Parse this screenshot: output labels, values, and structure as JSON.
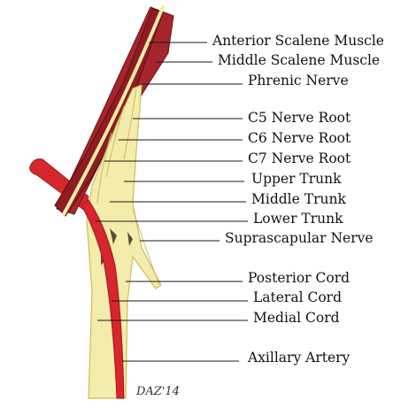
{
  "diagram": {
    "labels": [
      {
        "id": "anterior-scalene",
        "text": "Anterior Scalene Muscle"
      },
      {
        "id": "middle-scalene",
        "text": "Middle Scalene Muscle"
      },
      {
        "id": "phrenic-nerve",
        "text": "Phrenic Nerve"
      },
      {
        "id": "c5-root",
        "text": "C5 Nerve Root"
      },
      {
        "id": "c6-root",
        "text": "C6 Nerve Root"
      },
      {
        "id": "c7-root",
        "text": "C7 Nerve Root"
      },
      {
        "id": "upper-trunk",
        "text": "Upper Trunk"
      },
      {
        "id": "middle-trunk",
        "text": "Middle Trunk"
      },
      {
        "id": "lower-trunk",
        "text": "Lower Trunk"
      },
      {
        "id": "suprascapular-nerve",
        "text": "Suprascapular Nerve"
      },
      {
        "id": "posterior-cord",
        "text": "Posterior Cord"
      },
      {
        "id": "lateral-cord",
        "text": "Lateral Cord"
      },
      {
        "id": "medial-cord",
        "text": "Medial Cord"
      },
      {
        "id": "axillary-artery",
        "text": "Axillary Artery"
      }
    ],
    "signature": "DAZ'14",
    "colors": {
      "muscle_dark": "#8e1c22",
      "muscle_light": "#b83236",
      "artery": "#d7262d",
      "nerve": "#f3ecaa",
      "nerve_outline": "#c9bd63",
      "leader": "#1a1a1a"
    }
  }
}
